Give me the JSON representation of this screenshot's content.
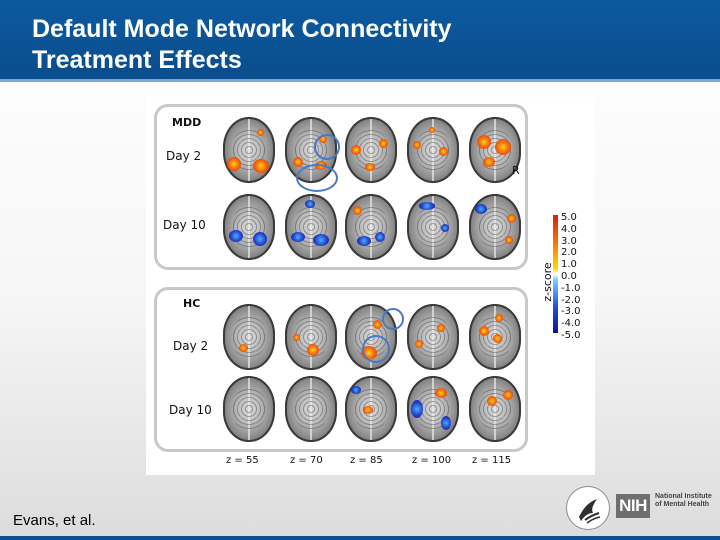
{
  "slide": {
    "title_line1": "Default Mode Network Connectivity",
    "title_line2": "Treatment Effects",
    "citation": "Evans, et al."
  },
  "figure": {
    "groups": [
      {
        "name": "MDD",
        "rows": [
          "Day 2",
          "Day 10"
        ]
      },
      {
        "name": "HC",
        "rows": [
          "Day 2",
          "Day 10"
        ]
      }
    ],
    "orientation_label": "R",
    "slice_labels": [
      "z = 55",
      "z = 70",
      "z = 85",
      "z = 100",
      "z = 115"
    ],
    "colorbar": {
      "label": "z-score",
      "ticks": [
        "5.0",
        "4.0",
        "3.0",
        "2.0",
        "1.0",
        "0.0",
        "-1.0",
        "-2.0",
        "-3.0",
        "-4.0",
        "-5.0"
      ],
      "colors": {
        "positive": "#e01a1a",
        "mid_positive": "#ffd800",
        "negative": "#0b148f",
        "mid_negative": "#7ad0ff"
      }
    }
  },
  "logos": {
    "nih_mark": "NIH",
    "nih_name": "National Institute of Mental Health",
    "hhs_icon": "hhs-eagle-icon"
  },
  "colors": {
    "header_blue": "#0b5394",
    "circle_outline": "#4a78c6"
  }
}
